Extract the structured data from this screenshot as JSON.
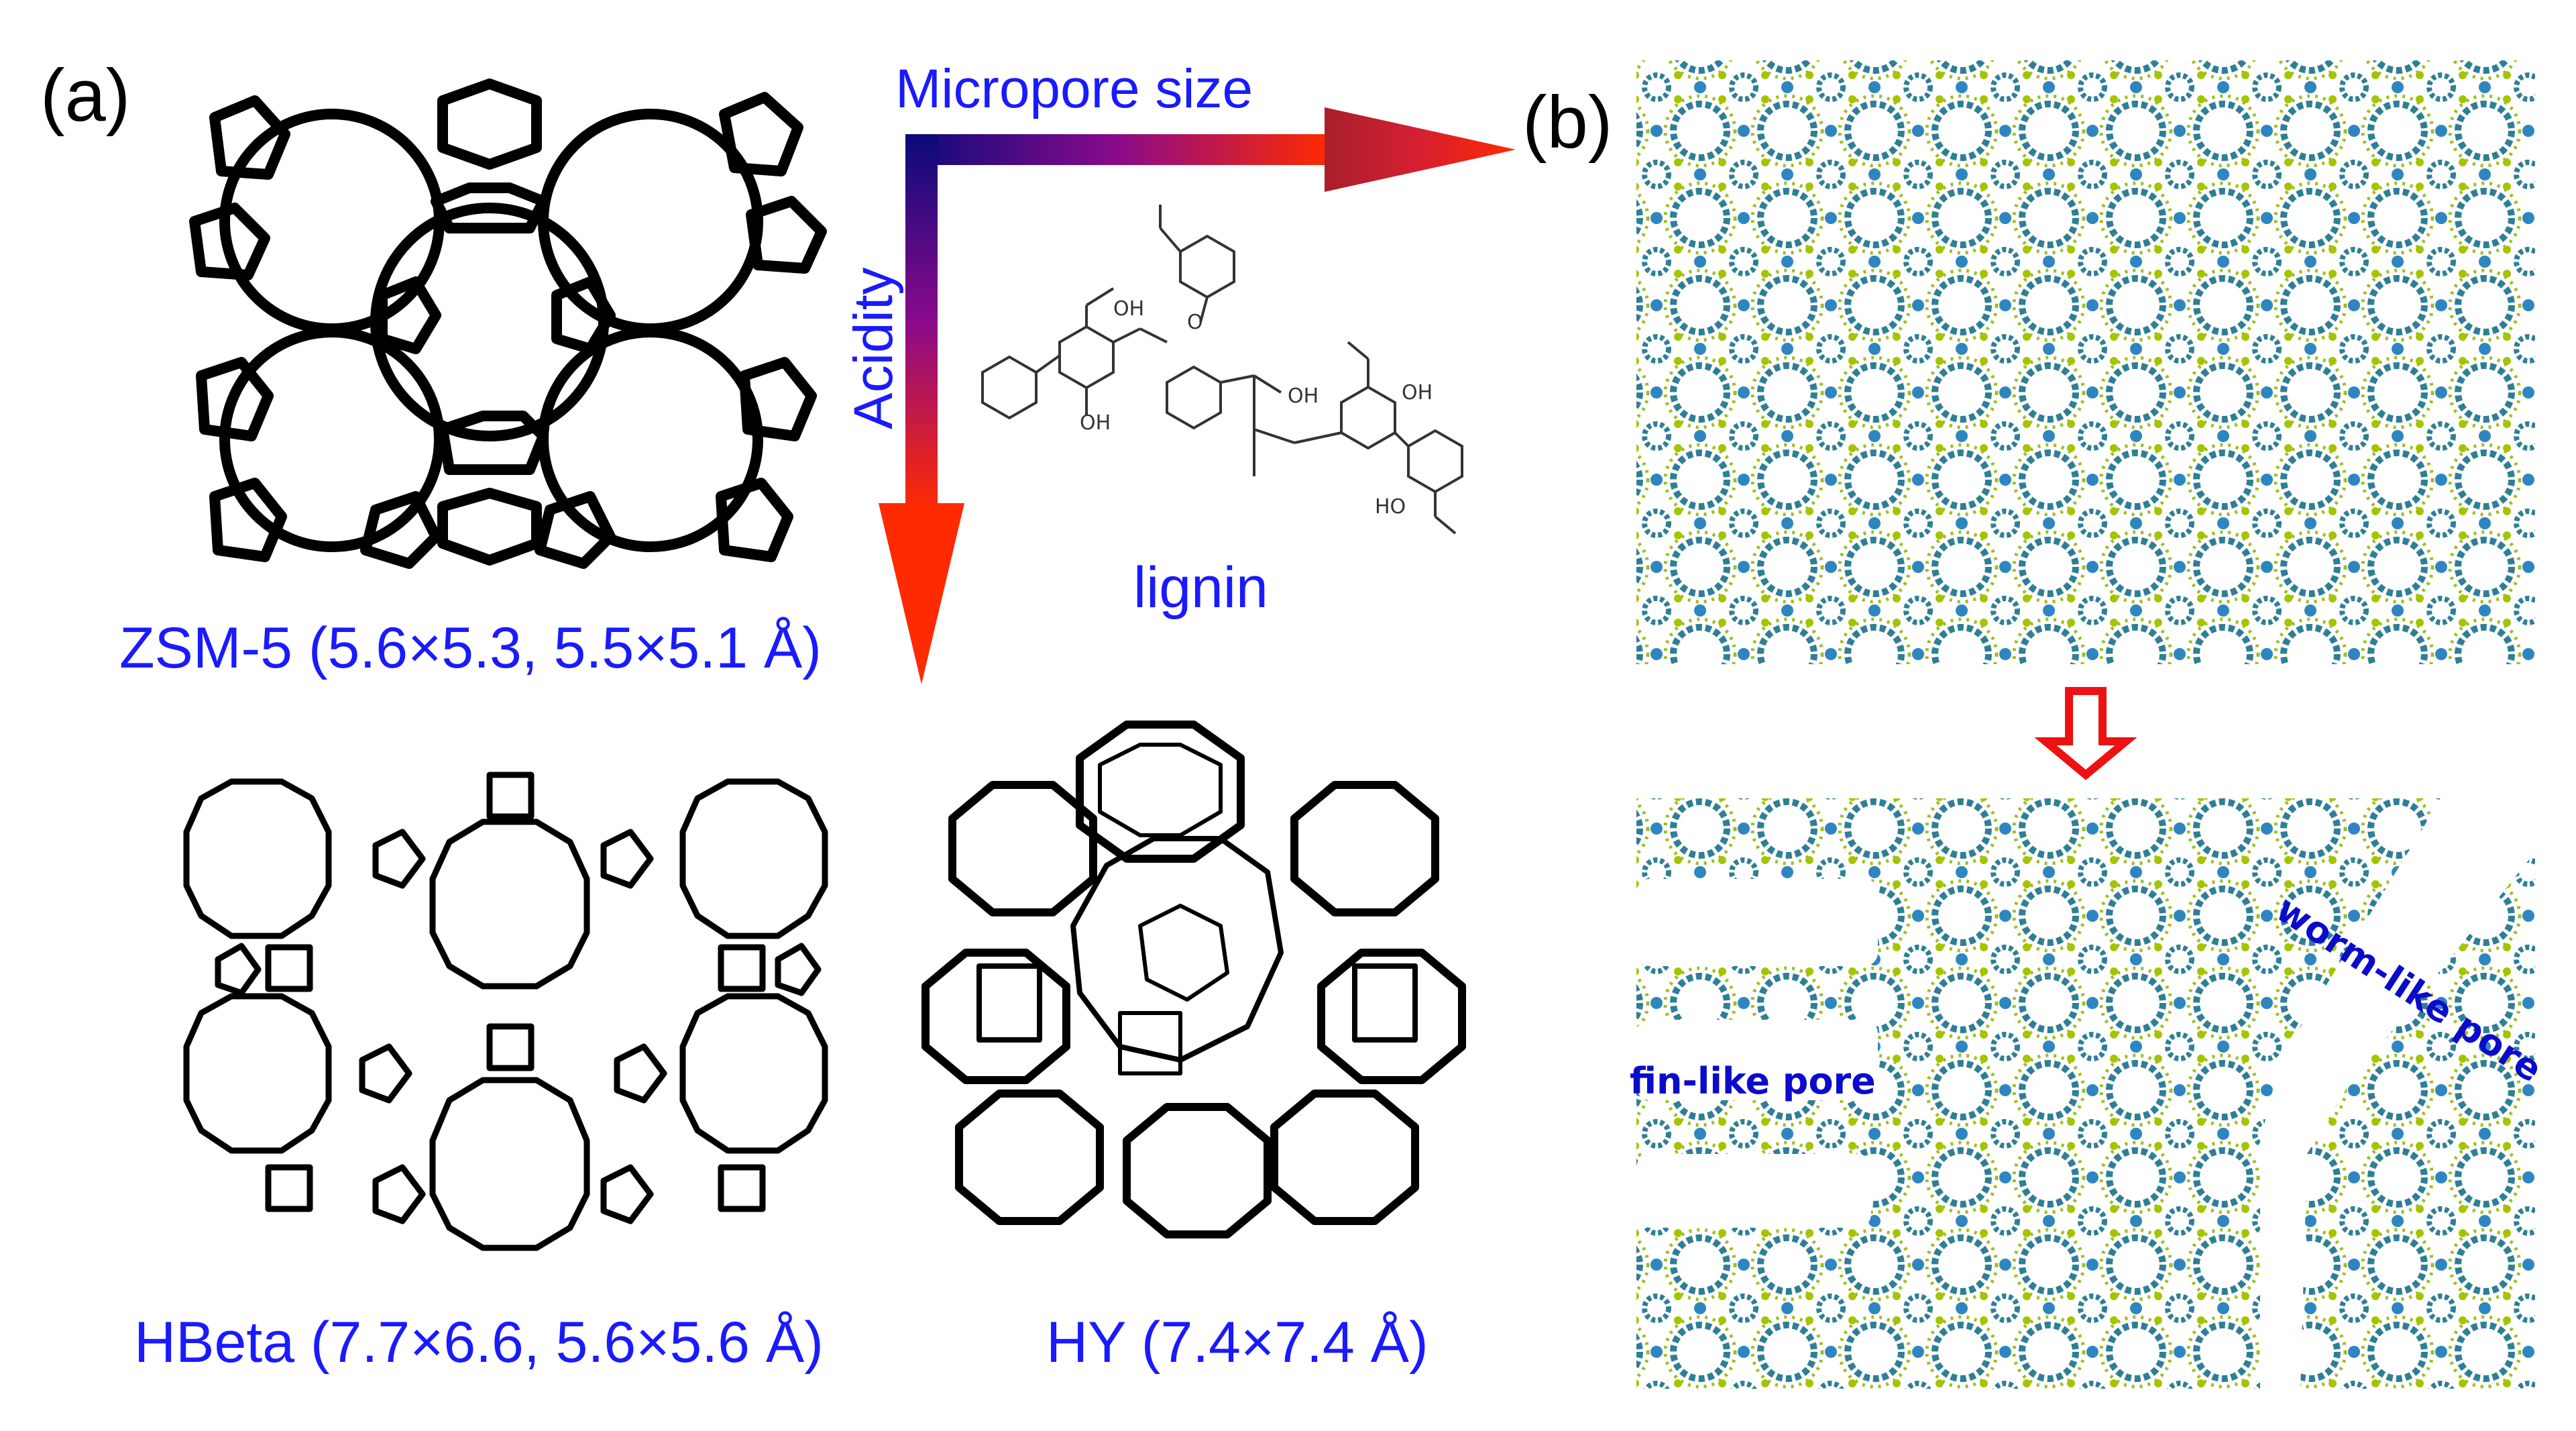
{
  "panel_a": {
    "label": "(a)",
    "axis_x_label": "Micropore size",
    "axis_y_label": "Acidity",
    "molecule_label": "lignin",
    "zeolites": [
      {
        "name": "ZSM-5 (5.6×5.3, 5.5×5.1 Å)"
      },
      {
        "name": "HBeta (7.7×6.6, 5.6×5.6 Å)"
      },
      {
        "name": "HY (7.4×7.4 Å)"
      }
    ],
    "lignin_groups": {
      "oh1": "OH",
      "oh2": "OH",
      "oh3": "OH",
      "oh4": "OH",
      "ho": "HO",
      "o": "O"
    }
  },
  "panel_b": {
    "label": "(b)",
    "pore_labels": {
      "fin": "fin-like pore",
      "worm": "worm-like pore"
    }
  },
  "colors": {
    "text_blue": "#1a1aff",
    "gradient_start": "#0a0a7a",
    "gradient_end": "#ff2a00",
    "arrow_red": "#ee1111",
    "atom_blue": "#2e86c1",
    "atom_green": "#a4c400"
  }
}
